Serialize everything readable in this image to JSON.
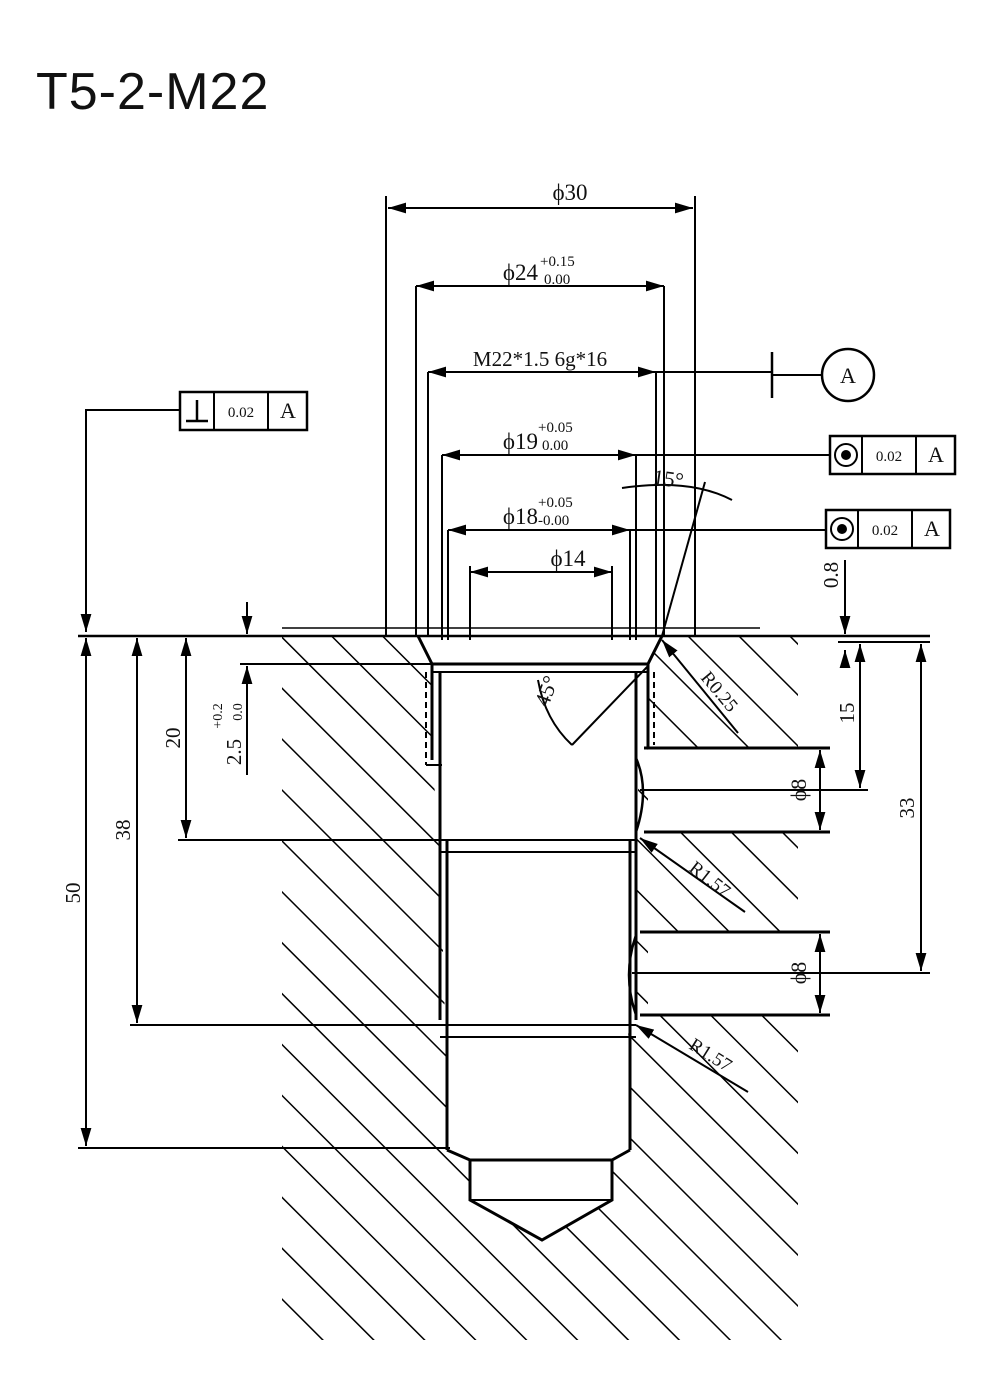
{
  "title": "T5-2-M22",
  "dims": {
    "d30": "ϕ30",
    "d24": "ϕ24",
    "d24_tol_upper": "+0.15",
    "d24_tol_lower": "0.00",
    "thread": "M22*1.5 6g*16",
    "d19": "ϕ19",
    "d19_tol_upper": "+0.05",
    "d19_tol_lower": "0.00",
    "d18": "ϕ18",
    "d18_tol_upper": "+0.05",
    "d18_tol_lower": "-0.00",
    "d14": "ϕ14",
    "angle_top": "15°",
    "angle_chamfer": "45°",
    "r025": "R0.25",
    "r157a": "R1.57",
    "r157b": "R1.57",
    "port_a": "ϕ8",
    "port_b": "ϕ8",
    "depth_08": "0.8",
    "depth_15": "15",
    "depth_33": "33",
    "depth_20": "20",
    "depth_25": "2.5",
    "depth_25_tol_upper": "+0.2",
    "depth_25_tol_lower": "0.0",
    "depth_38": "38",
    "depth_50": "50"
  },
  "datum": {
    "label": "A"
  },
  "tolerance_frames": [
    {
      "symbol": "perpendicularity",
      "value": "0.02",
      "datum": "A"
    },
    {
      "symbol": "concentricity",
      "value": "0.02",
      "datum": "A"
    },
    {
      "symbol": "concentricity",
      "value": "0.02",
      "datum": "A"
    }
  ]
}
